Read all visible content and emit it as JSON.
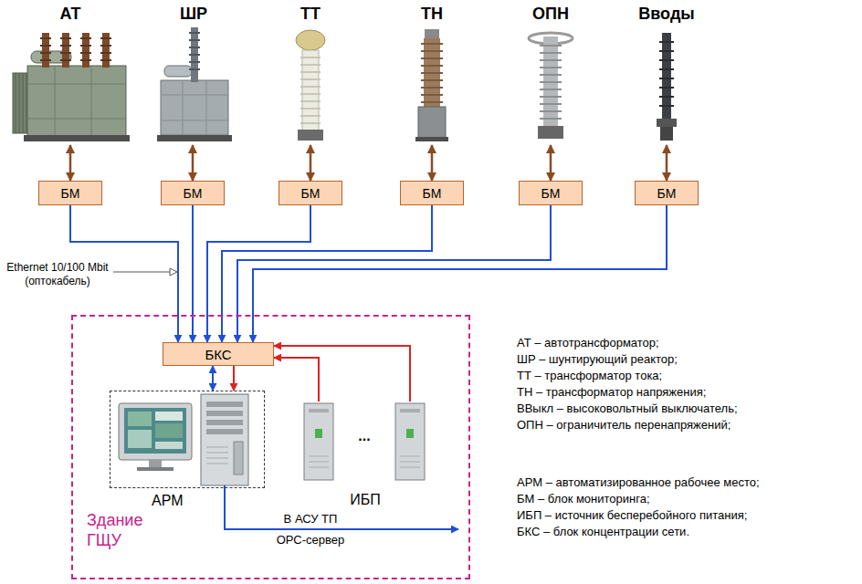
{
  "diagram": {
    "nodes": [
      {
        "text": [
          "АТ"
        ]
      },
      {
        "text": [
          "ШР"
        ]
      },
      {
        "text": [
          "ТТ"
        ]
      },
      {
        "text": [
          "ТН"
        ]
      },
      {
        "text": [
          "ОПН"
        ]
      },
      {
        "text": [
          "Вводы"
        ]
      },
      {
        "text": [
          "БМ"
        ]
      },
      {
        "text": [
          "БМ"
        ]
      },
      {
        "text": [
          "БМ"
        ]
      },
      {
        "text": [
          "БМ"
        ]
      },
      {
        "text": [
          "БМ"
        ]
      },
      {
        "text": [
          "БМ"
        ]
      },
      {
        "text": [
          "Здание ГЩУ"
        ]
      },
      {
        "text": [
          "БКС"
        ],
        "in": 12
      },
      {
        "text": [
          "АРМ"
        ],
        "in": 12
      },
      {
        "text": [
          "ИБП"
        ],
        "in": 12
      }
    ],
    "edges": [
      {
        "from": 0,
        "to": 6,
        "arrow": "both"
      },
      {
        "from": 1,
        "to": 7,
        "arrow": "both"
      },
      {
        "from": 2,
        "to": 8,
        "arrow": "both"
      },
      {
        "from": 3,
        "to": 9,
        "arrow": "both"
      },
      {
        "from": 4,
        "to": 10,
        "arrow": "both"
      },
      {
        "from": 5,
        "to": 11,
        "arrow": "both"
      },
      {
        "from": 6,
        "to": 13,
        "arrow": "to"
      },
      {
        "from": 7,
        "to": 13,
        "arrow": "to"
      },
      {
        "from": 8,
        "to": 13,
        "arrow": "to"
      },
      {
        "from": 9,
        "to": 13,
        "arrow": "to"
      },
      {
        "from": 10,
        "to": 13,
        "arrow": "to"
      },
      {
        "from": 11,
        "to": 13,
        "arrow": "to"
      },
      {
        "from": 13,
        "to": 14,
        "arrow": "both"
      },
      {
        "from": 13,
        "to": 14,
        "arrow": "to"
      },
      {
        "from": 15,
        "to": 13,
        "arrow": "to"
      },
      {
        "from": 15,
        "to": 13,
        "arrow": "to"
      }
    ],
    "labels": [
      "Ethernet 10/100 Mbit (оптокабель)",
      "...",
      "В АСУ ТП",
      "ОРС-сервер",
      "АТ – автотрансформатор;",
      "ШР – шунтирующий реактор;",
      "ТТ – трансформатор тока;",
      "ТН – трансформатор напряжения;",
      "ВВыкл – высоковольтный выключатель;",
      "ОПН – ограничитель перенапряжений;",
      "АРМ – автоматизированное рабочее место;",
      "БМ – блок мониторинга;",
      "ИБП – источник бесперебойного питания;",
      "БКС – блок концентрации сети."
    ]
  }
}
